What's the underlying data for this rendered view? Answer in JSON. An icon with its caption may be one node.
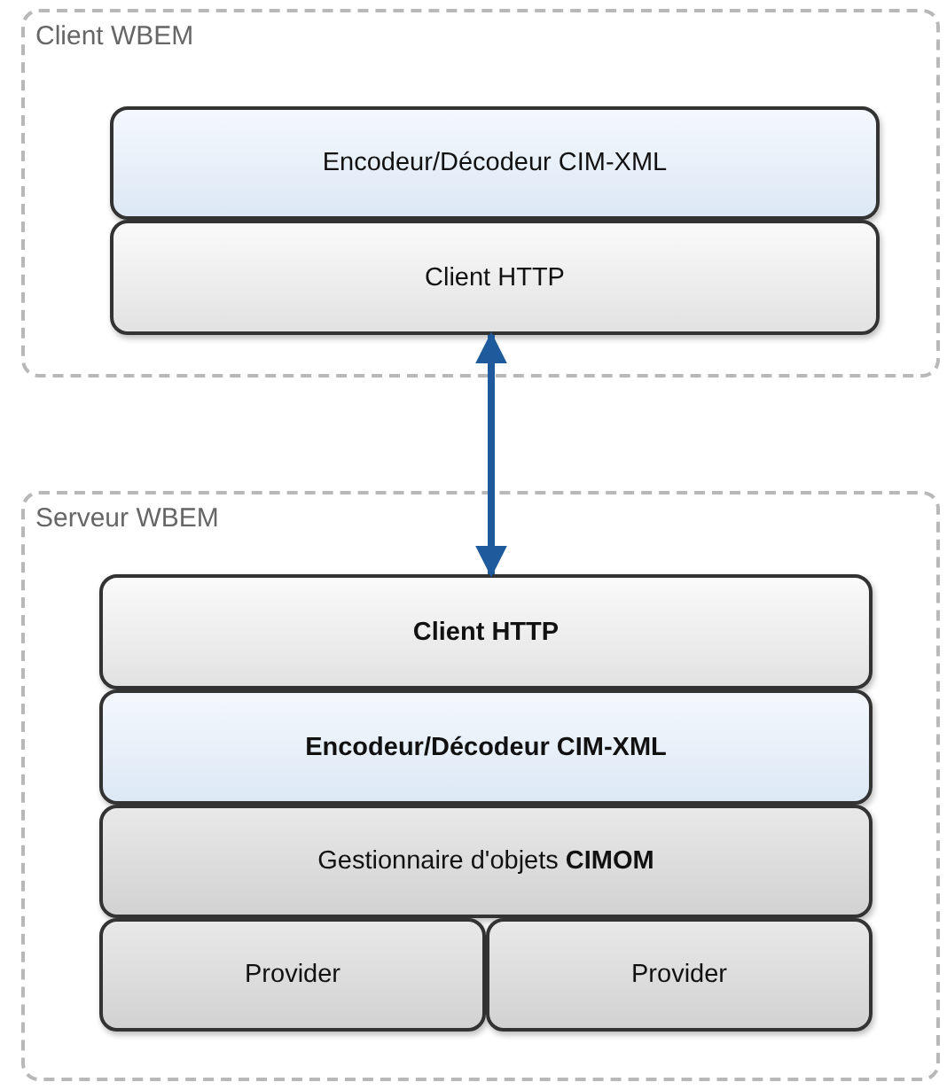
{
  "diagram": {
    "nodes": [
      {
        "text": [
          "Client WBEM"
        ]
      },
      {
        "text": [
          "Encodeur/Décodeur CIM-XML"
        ],
        "in": 0
      },
      {
        "text": [
          "Client HTTP"
        ],
        "in": 0
      },
      {
        "text": [
          "Serveur WBEM"
        ]
      },
      {
        "text": [
          "Client HTTP"
        ],
        "in": 3
      },
      {
        "text": [
          "Encodeur/Décodeur CIM-XML"
        ],
        "in": 3
      },
      {
        "text": [
          "Gestionnaire d'objets **CIMOM**"
        ],
        "in": 3
      },
      {
        "text": [
          "Provider"
        ],
        "in": 3
      },
      {
        "text": [
          "Provider"
        ],
        "in": 3
      }
    ],
    "edges": [
      {
        "from": 2,
        "to": 4,
        "arrow": "both",
        "color": "#1f5b9c"
      }
    ]
  }
}
